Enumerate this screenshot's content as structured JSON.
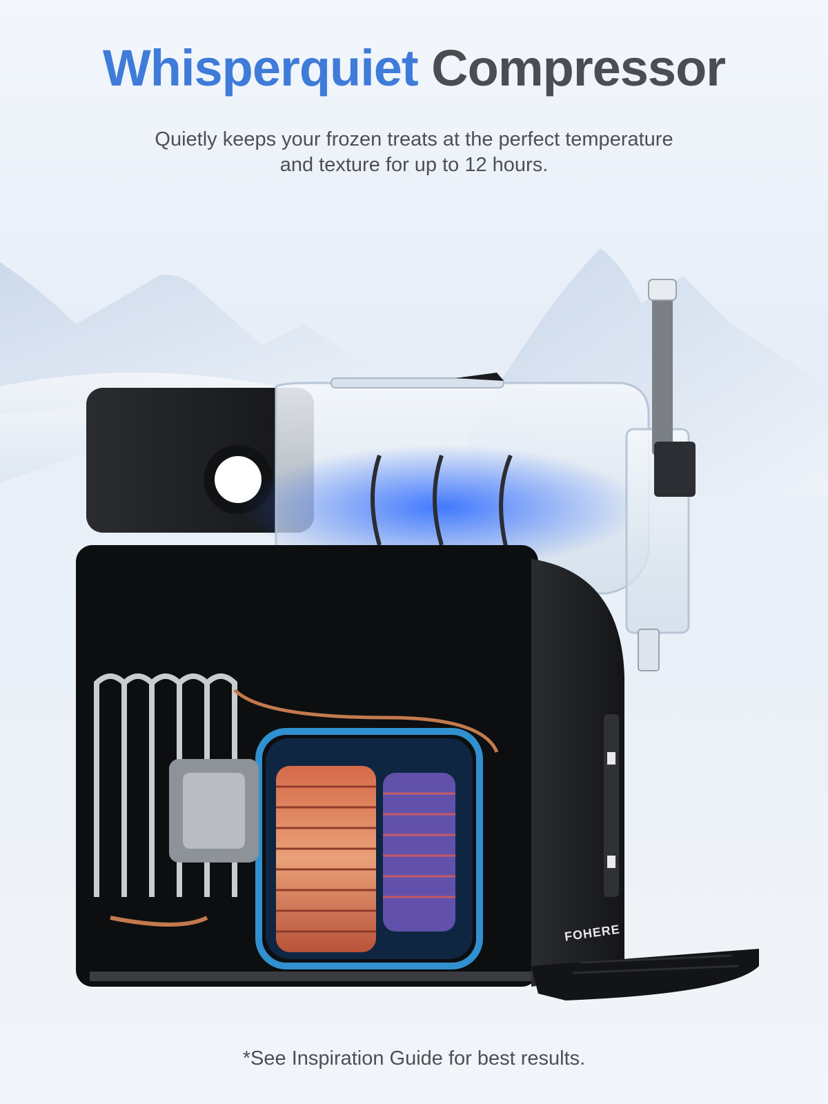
{
  "heading": {
    "accent": "Whisperquiet",
    "rest": "Compressor"
  },
  "subtitle": {
    "line1": "Quietly keeps your frozen treats at the perfect temperature",
    "line2": "and texture for up to 12 hours."
  },
  "footnote": "*See Inspiration Guide for best results.",
  "product": {
    "brand": "FOHERE"
  },
  "colors": {
    "accent": "#3f7bd8",
    "text": "#4a4d52",
    "body": "#1b1c1f",
    "glow": "#2f6cff"
  }
}
